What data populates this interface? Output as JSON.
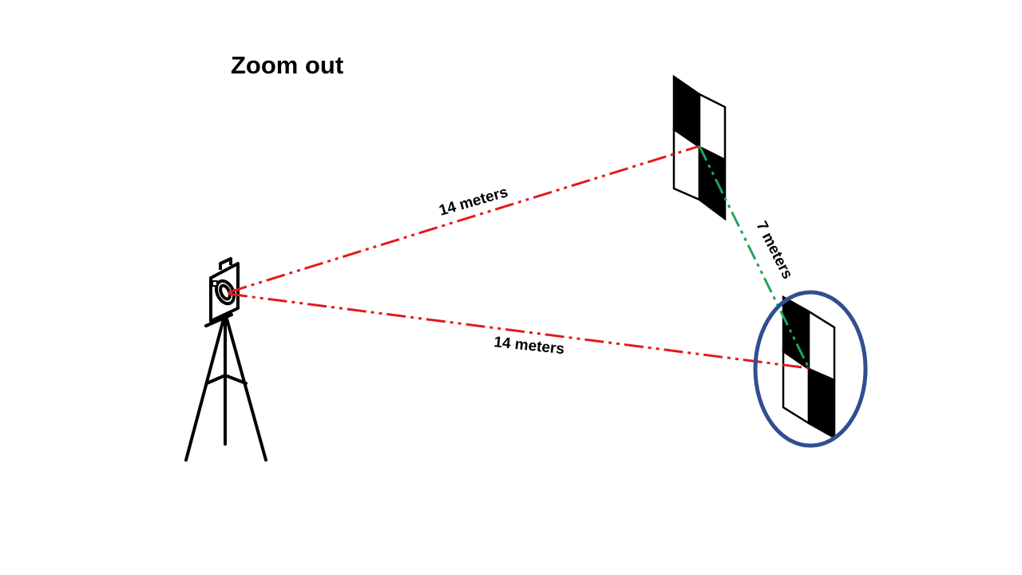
{
  "title": "Zoom out",
  "labels": {
    "top_distance": "14 meters",
    "bottom_distance": "14 meters",
    "target_gap": "7 meters"
  },
  "colors": {
    "ray_line": "#e31a1c",
    "target_gap_line": "#1fa65a",
    "highlight_circle": "#2f4f8f",
    "ink": "#000000"
  },
  "icons": [
    "camera-icon",
    "tripod-icon",
    "checkerboard-target-icon"
  ]
}
